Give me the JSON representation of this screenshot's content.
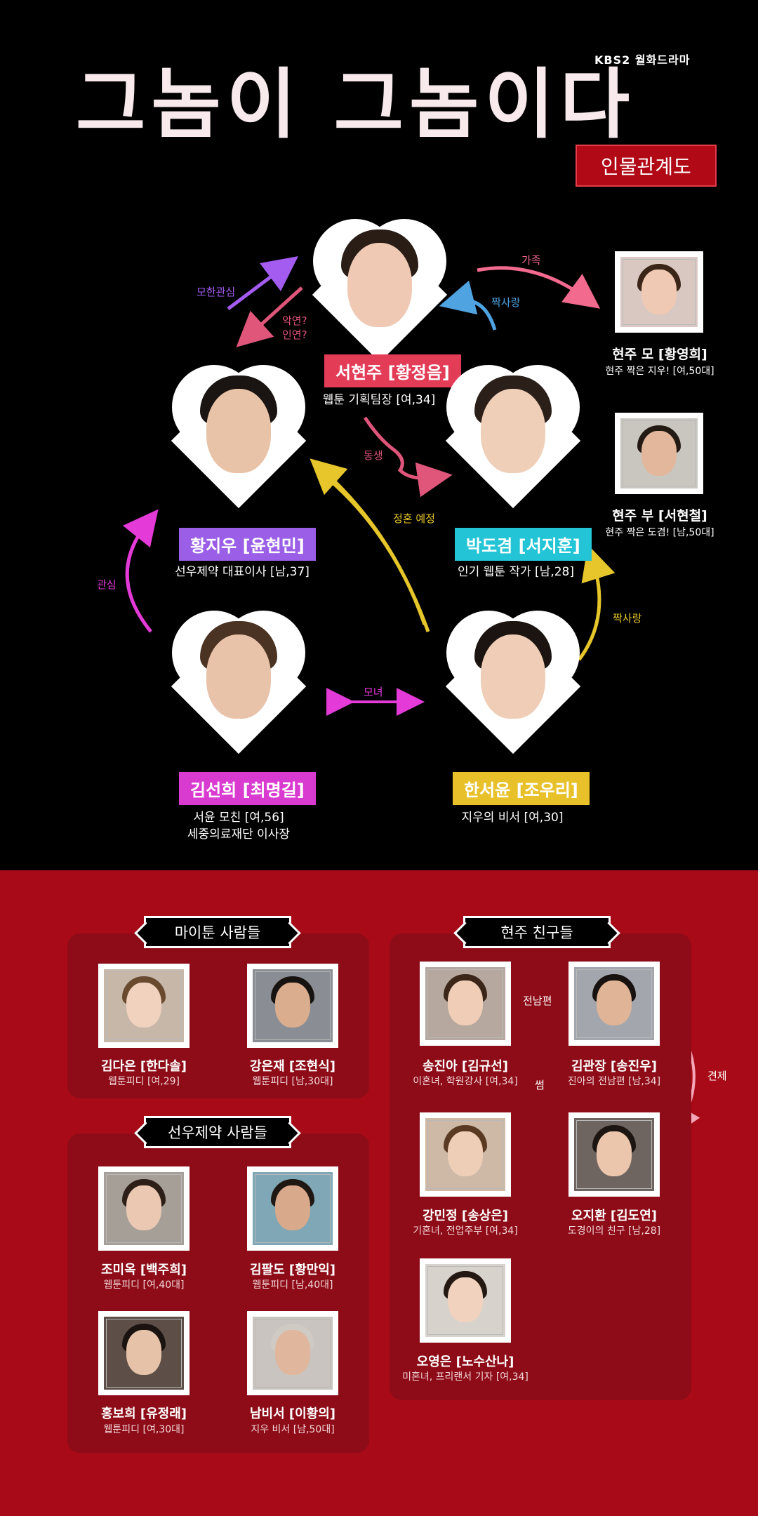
{
  "header": {
    "broadcaster": "KBS2 월화드라마",
    "title": "그놈이 그놈이다",
    "subtitle": "인물관계도"
  },
  "main_characters": {
    "seo_hyeonju": {
      "name": "서현주 [황정음]",
      "desc": "웹툰 기획팀장 [여,34]",
      "color": "#e23c57"
    },
    "hwang_jiwoo": {
      "name": "황지우 [윤현민]",
      "desc": "선우제약 대표이사 [남,37]",
      "color": "#9a5ee7"
    },
    "park_dogyeom": {
      "name": "박도겸 [서지훈]",
      "desc": "인기 웹툰 작가 [남,28]",
      "color": "#22c4d6"
    },
    "kim_seonhee": {
      "name": "김선희 [최명길]",
      "desc_line1": "서윤 모친 [여,56]",
      "desc_line2": "세중의료재단 이사장",
      "color": "#d93bd0"
    },
    "han_seoyun": {
      "name": "한서윤 [조우리]",
      "desc": "지우의 비서 [여,30]",
      "color": "#e8c12a"
    }
  },
  "family": {
    "mother": {
      "name": "현주 모 [황영희]",
      "desc": "현주 짝은 지우! [여,50대]"
    },
    "father": {
      "name": "현주 부 [서현철]",
      "desc": "현주 짝은 도겸! [남,50대]"
    }
  },
  "relations": {
    "family": "가족",
    "crush_top": "짝사랑",
    "ambiguous": "모한관심",
    "fate_q": "악연?\n인연?",
    "siblings": "동생",
    "engaged": "정혼 예정",
    "interest": "관심",
    "crush_right": "짝사랑",
    "mother_daughter": "모녀"
  },
  "groups": {
    "mytoon": {
      "label": "마이툰 사람들",
      "members": [
        {
          "name": "김다은 [한다솔]",
          "desc": "웹툰피디 [여,29]"
        },
        {
          "name": "강은재 [조현식]",
          "desc": "웹툰피디 [남,30대]"
        }
      ]
    },
    "sunwoo": {
      "label": "선우제약 사람들",
      "members": [
        {
          "name": "조미옥 [백주희]",
          "desc": "웹툰피디 [여,40대]"
        },
        {
          "name": "김팔도 [황만익]",
          "desc": "웹툰피디 [남,40대]"
        },
        {
          "name": "홍보희 [유정래]",
          "desc": "웹툰피디 [여,30대]"
        },
        {
          "name": "남비서 [이황의]",
          "desc": "지우 비서 [남,50대]"
        }
      ]
    },
    "friends": {
      "label": "현주 친구들",
      "members": [
        {
          "name": "송진아 [김규선]",
          "desc": "이혼녀, 학원강사 [여,34]"
        },
        {
          "name": "김관장 [송진우]",
          "desc": "진아의 전남편 [남,34]"
        },
        {
          "name": "강민정 [송상은]",
          "desc": "기혼녀, 전업주부 [여,34]"
        },
        {
          "name": "오지환 [김도연]",
          "desc": "도경이의 친구 [남,28]"
        },
        {
          "name": "오영은 [노수산나]",
          "desc": "미혼녀, 프리랜서 기자 [여,34]"
        }
      ],
      "relations": {
        "ex_husband": "전남편",
        "thing": "썸",
        "rival": "견제"
      }
    }
  }
}
